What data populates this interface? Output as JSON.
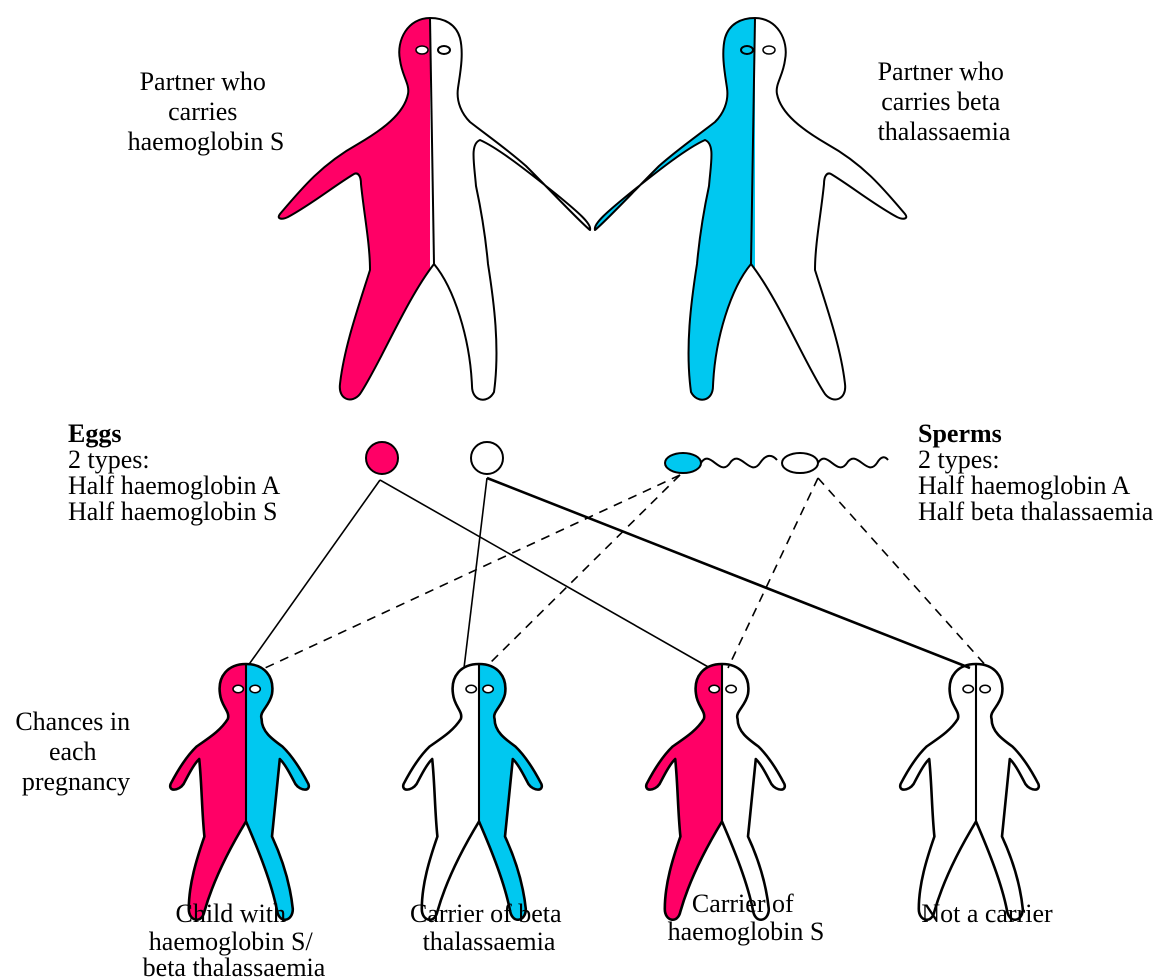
{
  "colors": {
    "haemoglobin_s": "#ff0066",
    "beta_thalassaemia": "#00c8f0",
    "outline": "#000000",
    "background": "#ffffff"
  },
  "parents": {
    "left": [
      "Partner who",
      "carries",
      "haemoglobin S"
    ],
    "right": [
      "Partner who",
      "carries beta",
      "thalassaemia"
    ]
  },
  "eggs": {
    "title": "Eggs",
    "lines": [
      "2 types:",
      "Half haemoglobin A",
      "Half haemoglobin S"
    ]
  },
  "sperms": {
    "title": "Sperms",
    "lines": [
      "2 types:",
      "Half haemoglobin A",
      "Half beta thalassaemia"
    ]
  },
  "chances": [
    "Chances in",
    "each",
    "pregnancy"
  ],
  "children": [
    {
      "lines": [
        "Child with",
        "haemoglobin S/",
        "beta thalassaemia"
      ]
    },
    {
      "lines": [
        "Carrier of beta",
        "thalassaemia"
      ]
    },
    {
      "lines": [
        "Carrier of",
        "haemoglobin S"
      ]
    },
    {
      "lines": [
        "Not a carrier"
      ]
    }
  ]
}
